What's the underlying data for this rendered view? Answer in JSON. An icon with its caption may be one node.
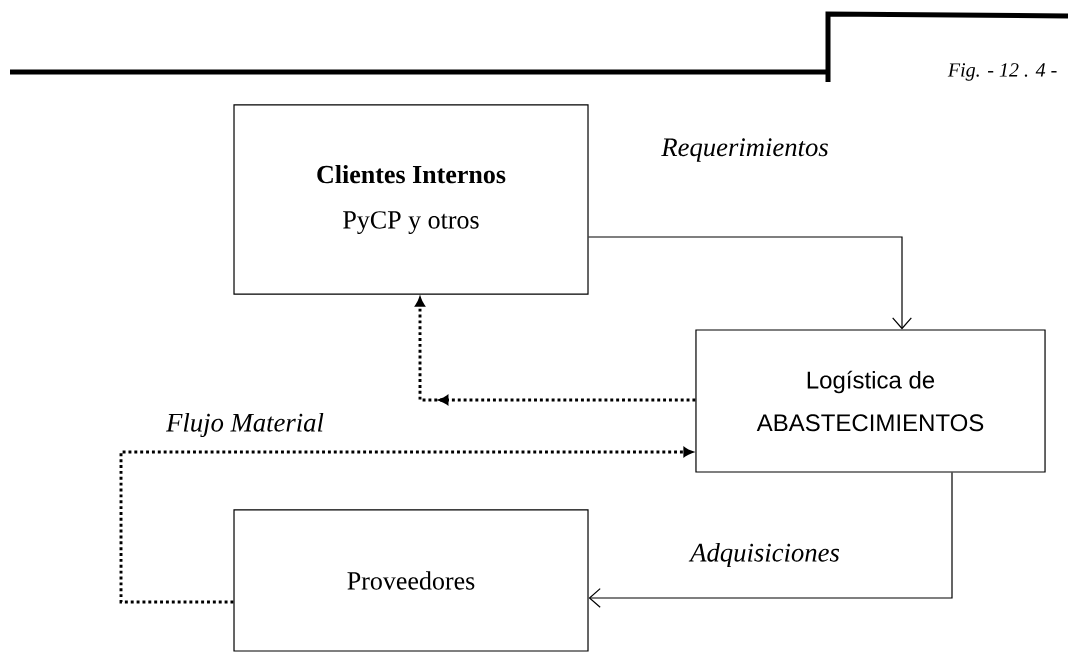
{
  "diagram": {
    "caption": "Fig. - 12 . 4 -",
    "nodes": [
      {
        "text": [
          "Clientes Internos",
          "PyCP y otros"
        ]
      },
      {
        "text": [
          "Logística de ABASTECIMIENTOS"
        ]
      },
      {
        "text": [
          "Proveedores"
        ]
      }
    ],
    "edges": [
      {
        "from": 0,
        "to": 1,
        "arrow": "to",
        "label": "Requerimientos"
      },
      {
        "from": 1,
        "to": 0,
        "arrow": "to",
        "style": "dashed"
      },
      {
        "from": 2,
        "to": 1,
        "arrow": "to",
        "style": "dashed",
        "label": "Flujo Material"
      },
      {
        "from": 1,
        "to": 2,
        "arrow": "to",
        "label": "Adquisiciones"
      }
    ]
  }
}
